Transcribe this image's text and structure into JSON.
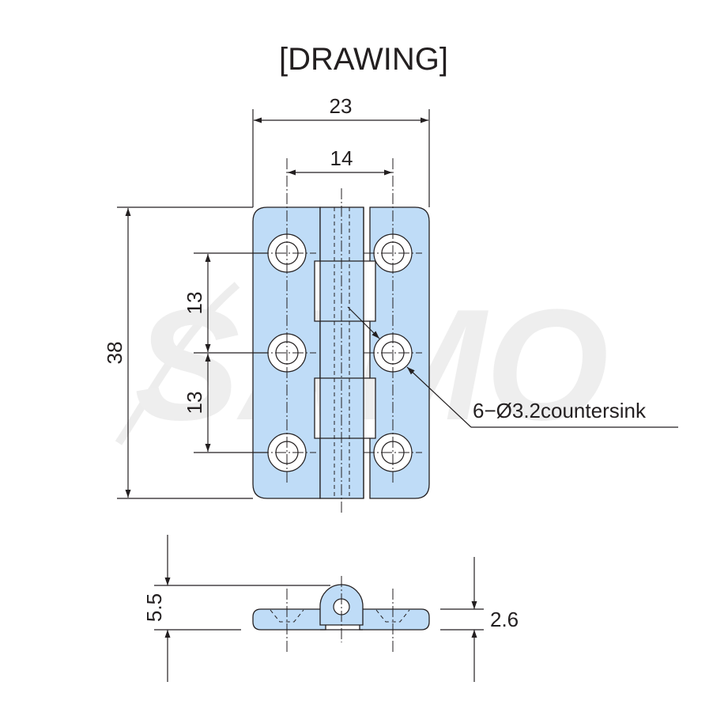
{
  "title": "[DRAWING]",
  "watermark": "SAMO",
  "colors": {
    "part_fill": "#bfdcf7",
    "line": "#231f20",
    "watermark": "#e6e6e6"
  },
  "dimensions": {
    "overall_width": "23",
    "hole_pitch_width": "14",
    "overall_height": "38",
    "hole_pitch_upper": "13",
    "hole_pitch_lower": "13",
    "hole_callout": "6−Ø3.2countersink",
    "total_thickness": "5.5",
    "leaf_thickness": "2.6"
  },
  "views": [
    "front-view",
    "side-view"
  ]
}
